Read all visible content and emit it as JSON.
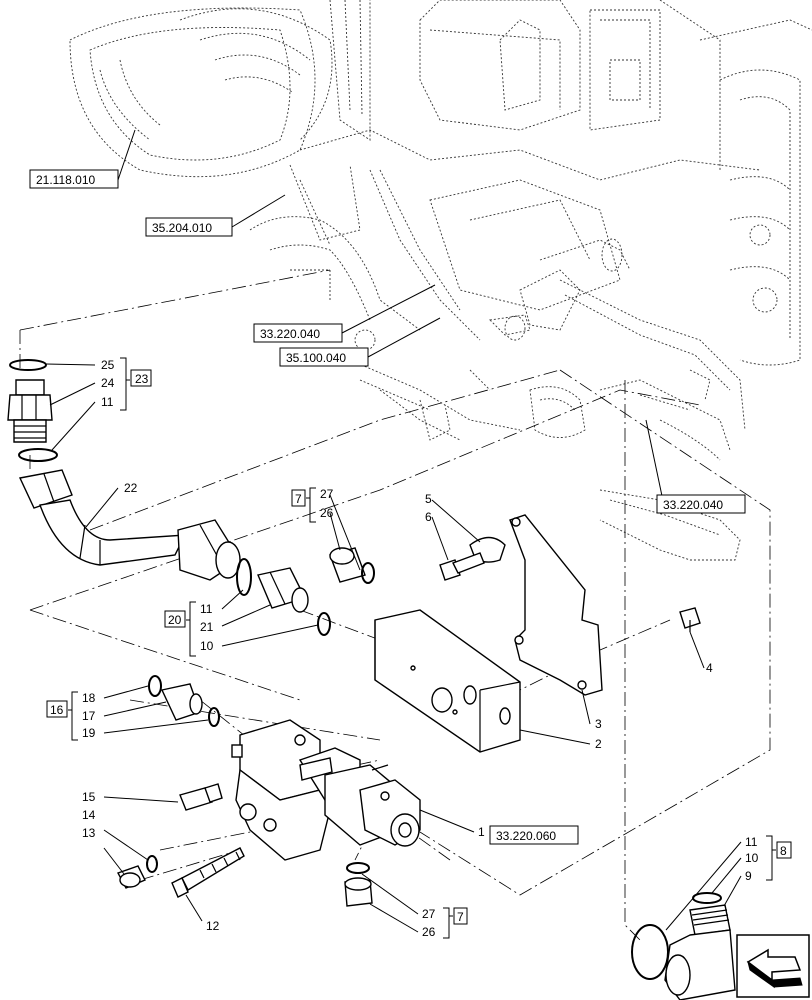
{
  "parts": [
    {
      "id": "25",
      "text": "25"
    },
    {
      "id": "24",
      "text": "24"
    },
    {
      "id": "11a",
      "text": "11"
    },
    {
      "id": "22",
      "text": "22"
    },
    {
      "id": "27a",
      "text": "27"
    },
    {
      "id": "26a",
      "text": "26"
    },
    {
      "id": "5",
      "text": "5"
    },
    {
      "id": "6",
      "text": "6"
    },
    {
      "id": "11b",
      "text": "11"
    },
    {
      "id": "21",
      "text": "21"
    },
    {
      "id": "10a",
      "text": "10"
    },
    {
      "id": "4",
      "text": "4"
    },
    {
      "id": "18",
      "text": "18"
    },
    {
      "id": "17",
      "text": "17"
    },
    {
      "id": "19",
      "text": "19"
    },
    {
      "id": "3",
      "text": "3"
    },
    {
      "id": "2",
      "text": "2"
    },
    {
      "id": "15",
      "text": "15"
    },
    {
      "id": "14",
      "text": "14"
    },
    {
      "id": "13",
      "text": "13"
    },
    {
      "id": "1",
      "text": "1"
    },
    {
      "id": "11c",
      "text": "11"
    },
    {
      "id": "10b",
      "text": "10"
    },
    {
      "id": "9",
      "text": "9"
    },
    {
      "id": "12",
      "text": "12"
    },
    {
      "id": "27b",
      "text": "27"
    },
    {
      "id": "26b",
      "text": "26"
    }
  ],
  "kits": [
    {
      "id": "k23",
      "text": "23"
    },
    {
      "id": "k7a",
      "text": "7"
    },
    {
      "id": "k20",
      "text": "20"
    },
    {
      "id": "k16",
      "text": "16"
    },
    {
      "id": "k8",
      "text": "8"
    },
    {
      "id": "k7b",
      "text": "7"
    }
  ],
  "refs": [
    {
      "id": "r1",
      "text": "21.118.010"
    },
    {
      "id": "r2",
      "text": "35.204.010"
    },
    {
      "id": "r3",
      "text": "33.220.040"
    },
    {
      "id": "r4",
      "text": "35.100.040"
    },
    {
      "id": "r5",
      "text": "33.220.040"
    },
    {
      "id": "r6",
      "text": "33.220.060"
    }
  ],
  "nav_icon": "arrow-left-icon"
}
